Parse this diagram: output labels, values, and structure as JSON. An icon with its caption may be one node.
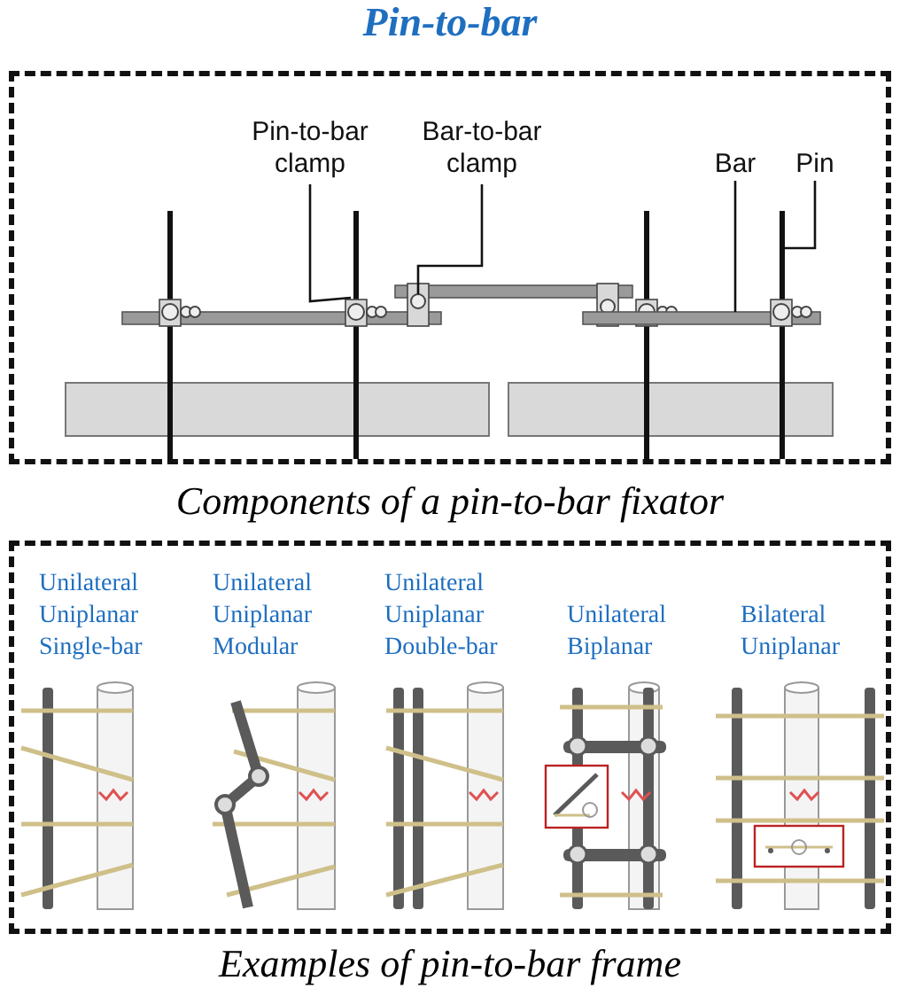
{
  "diagram": {
    "title": "Pin-to-bar",
    "nodes": [
      {
        "text": [],
        "shape": "box",
        "beside": [
          "Components of a pin-to-bar fixator"
        ]
      },
      {
        "text": [
          "Pin-to-bar clamp"
        ],
        "in": 0
      },
      {
        "text": [
          "Bar-to-bar clamp"
        ],
        "in": 0
      },
      {
        "text": [
          "Bar"
        ],
        "in": 0
      },
      {
        "text": [
          "Pin"
        ],
        "in": 0
      },
      {
        "text": [],
        "shape": "picture",
        "in": 0
      },
      {
        "text": [],
        "shape": "picture",
        "in": 0
      },
      {
        "text": [],
        "shape": "picture",
        "in": 0
      },
      {
        "text": [],
        "shape": "picture",
        "in": 0
      },
      {
        "text": [],
        "shape": "bar",
        "in": 0
      },
      {
        "text": [],
        "shape": "bar",
        "in": 0
      },
      {
        "text": [],
        "shape": "box",
        "beside": [
          "Examples of pin-to-bar frame"
        ]
      }
    ],
    "edges": [
      {
        "from": 1,
        "to": 6,
        "arrow": "none"
      },
      {
        "from": 2,
        "to": 7,
        "arrow": "none"
      },
      {
        "from": 3,
        "to": 9,
        "arrow": "none"
      },
      {
        "from": 4,
        "to": 10,
        "arrow": "none"
      }
    ],
    "labels": [
      "Unilateral Uniplanar Single-bar",
      "Unilateral Uniplanar Modular",
      "Unilateral Uniplanar Double-bar",
      "Unilateral Biplanar",
      "Bilateral Uniplanar"
    ]
  }
}
